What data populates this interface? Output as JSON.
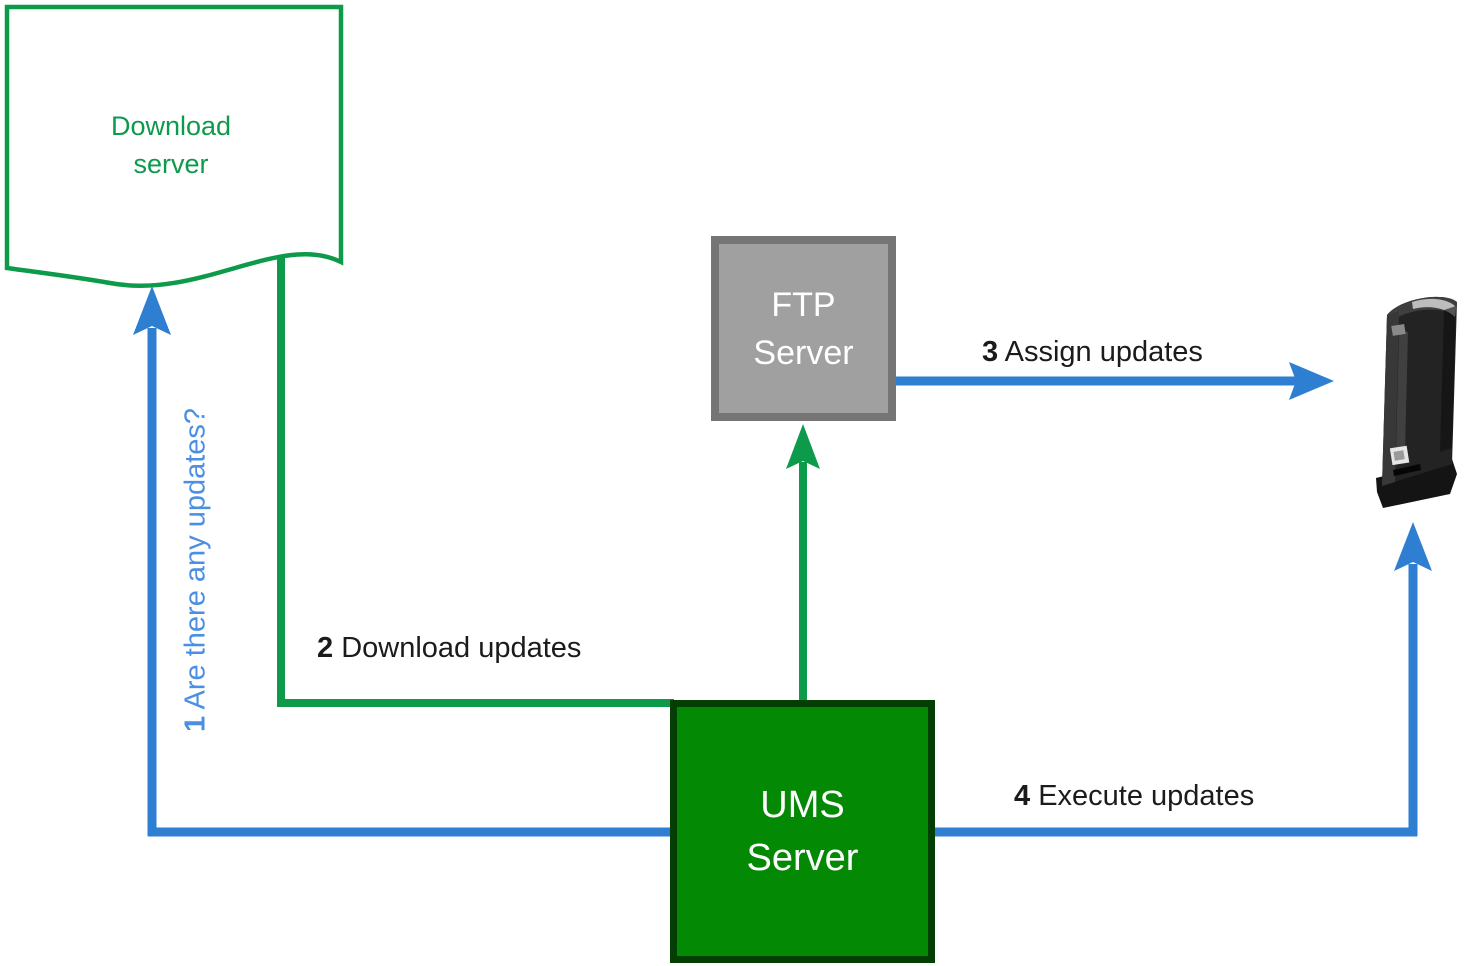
{
  "diagram": {
    "nodes": {
      "download_server": {
        "label": "Download\nserver",
        "shape": "document",
        "color": "green-outline"
      },
      "ftp_server": {
        "label": "FTP\nServer",
        "shape": "square",
        "color": "gray"
      },
      "ums_server": {
        "label": "UMS\nServer",
        "shape": "square",
        "color": "green"
      },
      "thin_client": {
        "label": "",
        "shape": "device-photo",
        "description": "thin-client-tower"
      }
    },
    "edges": {
      "step1": {
        "number": "1",
        "text": "Are there any updates?",
        "from": "ums_server",
        "to": "download_server",
        "color": "blue",
        "orientation": "vertical-rotated-label"
      },
      "step2": {
        "number": "2",
        "text": "Download updates",
        "from": "download_server",
        "to": "ums_server",
        "color": "green",
        "orientation": "horizontal"
      },
      "step2b": {
        "number": "",
        "text": "",
        "from": "ums_server",
        "to": "ftp_server",
        "color": "green",
        "orientation": "vertical"
      },
      "step3": {
        "number": "3",
        "text": "Assign updates",
        "from": "ftp_server",
        "to": "thin_client",
        "color": "blue",
        "orientation": "horizontal"
      },
      "step4": {
        "number": "4",
        "text": "Execute updates",
        "from": "ums_server",
        "to": "thin_client",
        "color": "blue",
        "orientation": "horizontal"
      }
    }
  },
  "theme": {
    "green-line": "#0d9b4b",
    "green-fill": "#038903",
    "green-border": "#033e03",
    "gray-fill": "#a0a0a0",
    "gray-border": "#757575",
    "blue-line": "#2e7ed2",
    "blue-label": "#4a8fe2",
    "text-black": "#1b1b1b",
    "node-text-white": "#ffffff"
  }
}
